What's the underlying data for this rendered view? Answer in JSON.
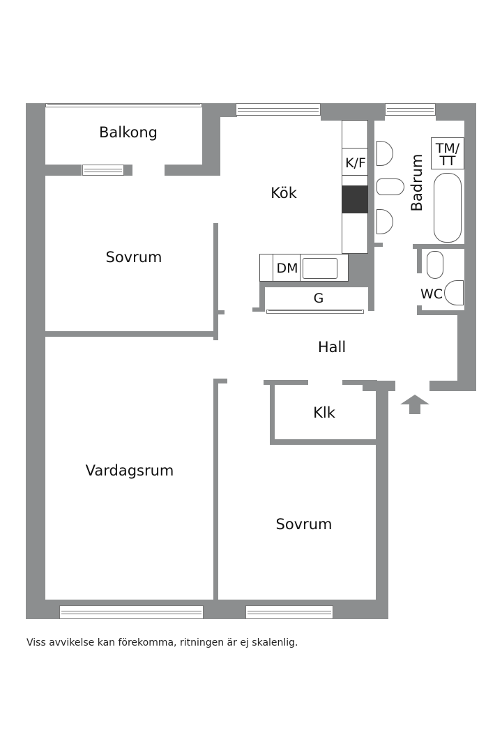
{
  "floorplan": {
    "rooms": {
      "balkong": "Balkong",
      "kok": "Kök",
      "kf": "K/F",
      "badrum": "Badrum",
      "tmtt_line1": "TM/",
      "tmtt_line2": "TT",
      "sovrum1": "Sovrum",
      "dm": "DM",
      "g": "G",
      "wc": "WC",
      "hall": "Hall",
      "klk": "Klk",
      "vardagsrum": "Vardagsrum",
      "sovrum2": "Sovrum"
    },
    "colors": {
      "wall": "#8c8e8f",
      "stove": "#3a3a3a"
    }
  },
  "footer": {
    "disclaimer": "Viss avvikelse kan förekomma, ritningen är ej skalenlig."
  }
}
